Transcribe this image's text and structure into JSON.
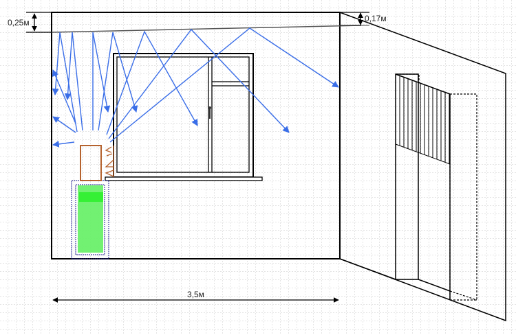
{
  "dimensions": {
    "wall_height_offset": "0,25м",
    "ceiling_slope_offset": "0,17м",
    "room_width": "3,5м"
  },
  "colors": {
    "ray": "#3a6ee8",
    "heater": "#b5622e",
    "radiator_fill": "#6af06a",
    "radiator_band": "#35f035",
    "outline": "#000000",
    "dotted_border": "#1a1a8c",
    "grid": "#c8c8c8"
  }
}
